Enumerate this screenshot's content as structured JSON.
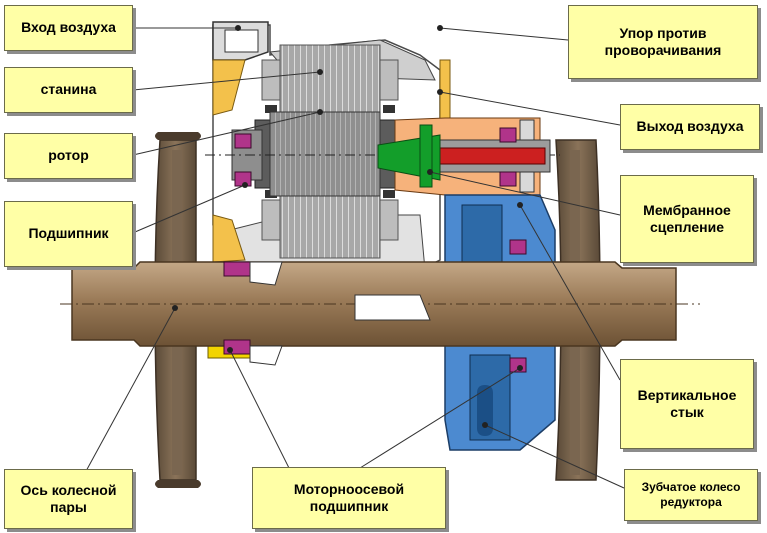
{
  "labels": {
    "air_inlet": "Вход воздуха",
    "frame": "станина",
    "rotor": "ротор",
    "bearing": "Подшипник",
    "wheelset_axle": "Ось колесной пары",
    "motor_axle_bearing": "Моторноосевой подшипник",
    "anti_rotation_stop": "Упор против проворачивания",
    "air_outlet": "Выход воздуха",
    "membrane_coupling": "Мембранное сцепление",
    "vertical_joint": "Вертикальное стык",
    "gear_wheel": "Зубчатое колесо редуктора"
  },
  "colors": {
    "label_bg": "#ffffa6",
    "axle": "#8a6d4d",
    "wheel": "#6b5843",
    "stator": "#9a9a9a",
    "rotor": "#5a5a5a",
    "frame_yellow": "#f3c14b",
    "coupling_green": "#139e2a",
    "shaft_red": "#cc2020",
    "gearbox_blue": "#3f7fc0",
    "bearing_magenta": "#b0348a"
  }
}
